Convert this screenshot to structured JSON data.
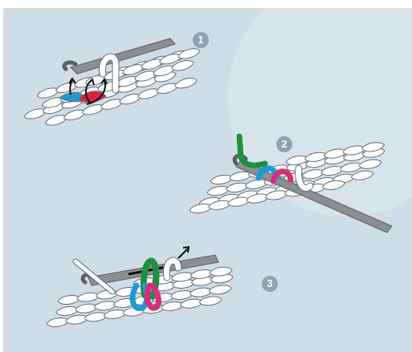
{
  "steps": [
    {
      "number": "1"
    },
    {
      "number": "2"
    },
    {
      "number": "3"
    }
  ],
  "colors": {
    "background": "#cfdde6",
    "badge": "#8ea3b3",
    "yarn": "#ffffff",
    "yarn_outline": "#5d6e79",
    "hook": "#8a8f93",
    "loop_blue": "#1e9ad6",
    "loop_red": "#d8233c",
    "loop_pink": "#d42f7a",
    "loop_green": "#1f8f3f"
  },
  "icons": [
    "crochet-hook-icon",
    "yarn-loop-icon",
    "arrow-icon",
    "step-number-icon"
  ]
}
